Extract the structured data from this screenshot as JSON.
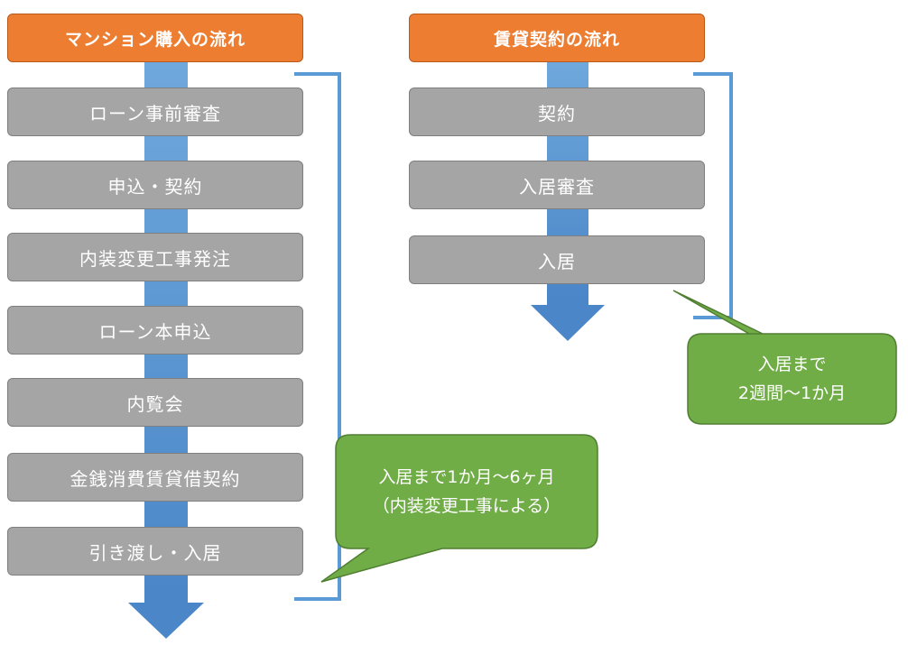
{
  "colors": {
    "header_fill": "#ED7D31",
    "step_fill": "#A5A5A5",
    "arrow_light": "#5B9BD5",
    "arrow_dark": "#4A86C8",
    "bracket": "#5B9BD5",
    "callout_fill": "#70AD47"
  },
  "purchase": {
    "title": "マンション購入の流れ",
    "steps": [
      "ローン事前審査",
      "申込・契約",
      "内装変更工事発注",
      "ローン本申込",
      "内覧会",
      "金銭消費賃貸借契約",
      "引き渡し・入居"
    ],
    "callout": {
      "line1": "入居まで1か月～6ヶ月",
      "line2": "（内装変更工事による）"
    }
  },
  "rental": {
    "title": "賃貸契約の流れ",
    "steps": [
      "契約",
      "入居審査",
      "入居"
    ],
    "callout": {
      "line1": "入居まで",
      "line2": "2週間～1か月"
    }
  }
}
